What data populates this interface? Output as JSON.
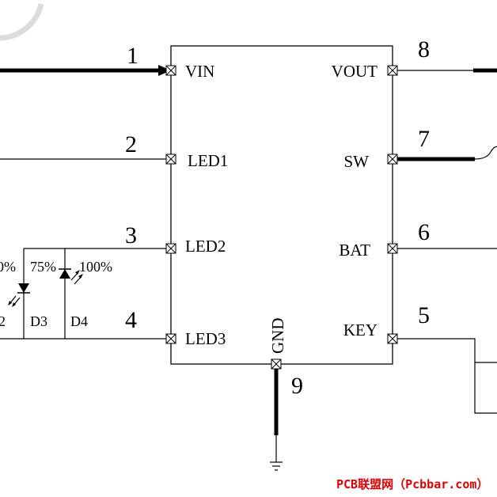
{
  "pins": [
    {
      "number": "1",
      "name": "VIN"
    },
    {
      "number": "2",
      "name": "LED1"
    },
    {
      "number": "3",
      "name": "LED2"
    },
    {
      "number": "4",
      "name": "LED3"
    },
    {
      "number": "5",
      "name": "KEY"
    },
    {
      "number": "6",
      "name": "BAT"
    },
    {
      "number": "7",
      "name": "SW"
    },
    {
      "number": "8",
      "name": "VOUT"
    },
    {
      "number": "9",
      "name": "GND"
    }
  ],
  "leds": {
    "d2_percent": "0%",
    "d3_percent": "75%",
    "d4_percent": "100%",
    "d2_ref": "2",
    "d3_ref": "D3",
    "d4_ref": "D4"
  },
  "watermark": "PCB联盟网（Pcbbar.com）"
}
